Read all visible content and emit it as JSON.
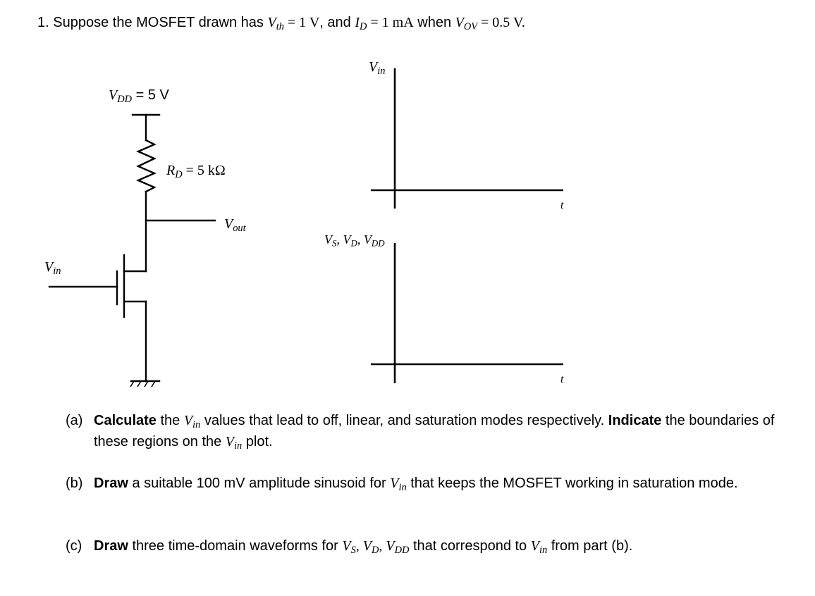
{
  "question": {
    "number": "1.",
    "lead": "Suppose the MOSFET drawn has",
    "vth_sym": "V",
    "vth_sub": "th",
    "vth_val": " = 1 V",
    "comma_and": ", and",
    "id_sym": "I",
    "id_sub": "D",
    "id_val": " = 1 mA",
    "when": "when",
    "vov_sym": "V",
    "vov_sub": "OV",
    "vov_val": " = 0.5 V."
  },
  "circuit": {
    "vdd_sym": "V",
    "vdd_sub": "DD",
    "vdd_val": " = 5 V",
    "rd_sym": "R",
    "rd_sub": "D",
    "rd_val": " = 5 kΩ",
    "vout_sym": "V",
    "vout_sub": "out",
    "vin_sym": "V",
    "vin_sub": "in"
  },
  "plots": {
    "top_ylabel_sym": "V",
    "top_ylabel_sub": "in",
    "top_xlabel": "t",
    "bottom_ylabel": "V_S, V_D, V_DD",
    "bottom_ylabel_parts": [
      {
        "sym": "V",
        "sub": "S",
        "sep": ", "
      },
      {
        "sym": "V",
        "sub": "D",
        "sep": ", "
      },
      {
        "sym": "V",
        "sub": "DD",
        "sep": ""
      }
    ],
    "bottom_xlabel": "t"
  },
  "parts": {
    "a": {
      "tag": "(a)",
      "verb1": "Calculate",
      "t1": " the ",
      "vin_sym": "V",
      "vin_sub": "in",
      "t2": " values that lead to off, linear, and saturation modes respectively. ",
      "verb2": "Indicate",
      "t3": " the boundaries of these regions on the ",
      "t4": " plot."
    },
    "b": {
      "tag": "(b)",
      "verb": "Draw",
      "t1": " a suitable 100 mV amplitude sinusoid for ",
      "t2": " that keeps the MOSFET working in saturation mode."
    },
    "c": {
      "tag": "(c)",
      "verb": "Draw",
      "t1": " three time-domain waveforms for ",
      "t2": " that correspond to ",
      "t3": " from part (b)."
    }
  }
}
